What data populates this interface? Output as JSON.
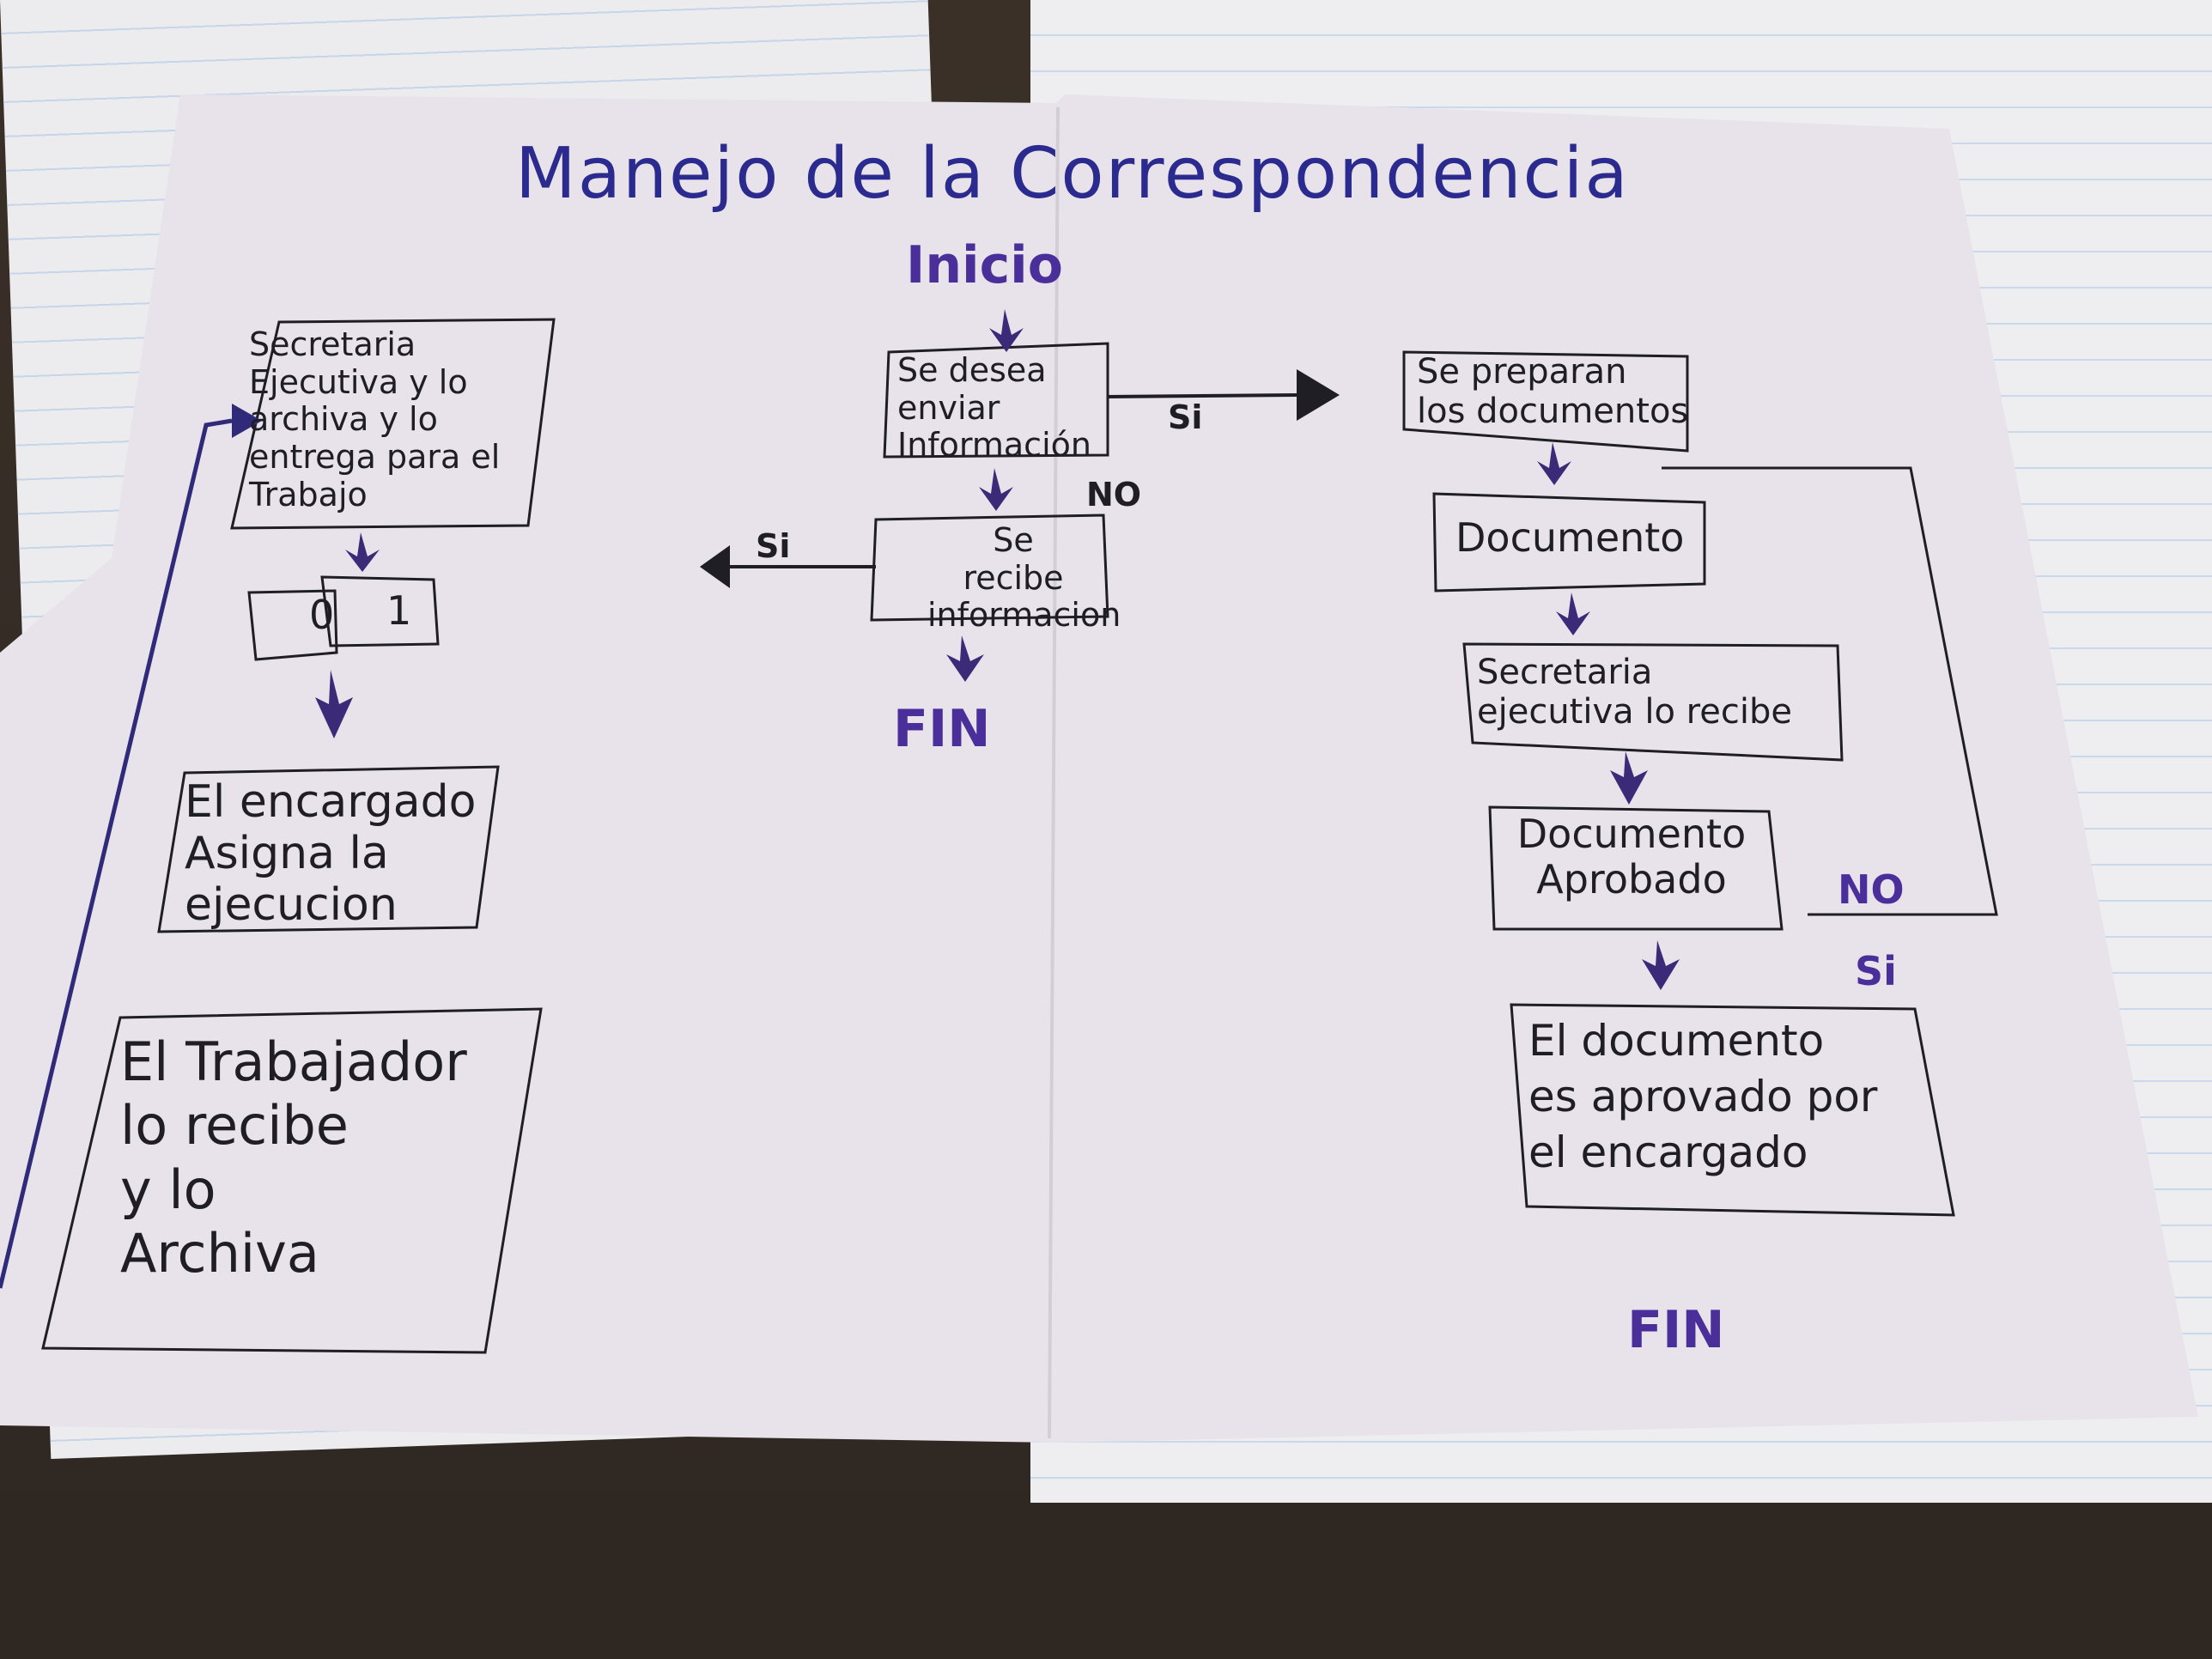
{
  "title": "Manejo de la Correspondencia",
  "start": "Inicio",
  "center": {
    "decision_send": "Se desea\nenviar\nInformación",
    "decision_receive": "Se\nrecibe\ninformacion",
    "label_si_right": "Si",
    "label_no": "NO",
    "label_si_left": "Si",
    "end": "FIN"
  },
  "left": {
    "box1": "Secretaria\nEjecutiva y lo\narchiva y lo\nentrega para el\nTrabajo",
    "box2_left": "0",
    "box2_right": "1",
    "box3": "El encargado\nAsigna la\nejecucion",
    "box4": "El Trabajador\nlo recibe\ny lo\nArchiva"
  },
  "right": {
    "box1": "Se preparan\nlos documentos",
    "box2": "Documento",
    "box3": "Secretaria\nejecutiva lo recibe",
    "box4": "Documento\nAprobado",
    "label_no": "NO",
    "label_si": "Si",
    "box5": "El documento\nes aprovado por\nel encargado",
    "end": "FIN"
  },
  "colors": {
    "ink_black": "#1e1e24",
    "ink_purple": "#4a2f9a",
    "ink_blue": "#2b2a8f",
    "paper": "#e9e4ea"
  }
}
